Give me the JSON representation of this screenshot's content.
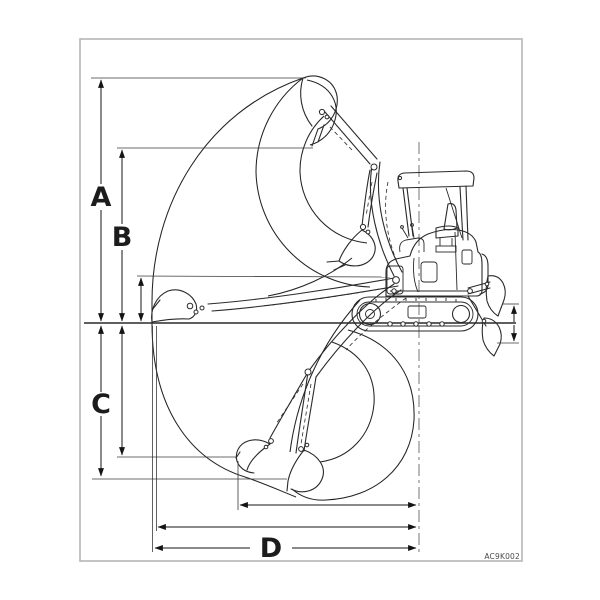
{
  "figure": {
    "title_hidden": "",
    "labels": {
      "a": "A",
      "b": "B",
      "c": "C",
      "d": "D"
    },
    "drawing_code": "AC9K002",
    "colors": {
      "background": "#ffffff",
      "frame": "#b5b5b5",
      "ink": "#2a2a2a",
      "dimension": "#141414",
      "centerline": "#8c8c8c"
    }
  }
}
